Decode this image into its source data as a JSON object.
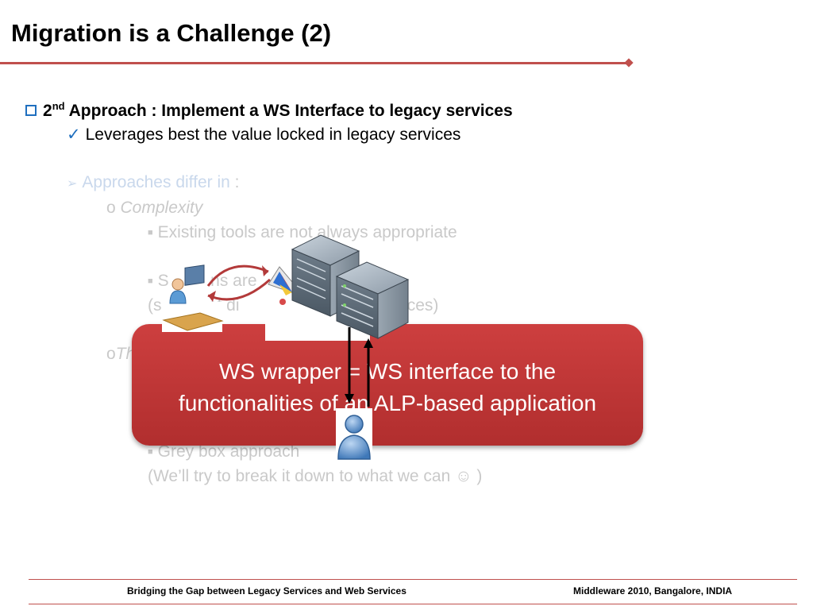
{
  "slide": {
    "title": "Migration is a Challenge (2)"
  },
  "bullets": {
    "approach_prefix": "2",
    "approach_sup": "nd",
    "approach_rest": " Approach : Implement a WS Interface to legacy services",
    "leverages": "Leverages best the value locked in legacy services",
    "approaches_differ": "Approaches differ in",
    "approaches_colon": " :",
    "complexity": "Complexity",
    "existing_tools": "Existing tools are not always appropriate",
    "s_line": "S         ns are",
    "s_sub": "(s          of di                      acy services)",
    "o_t": "Th",
    "grey_box": "Grey box approach",
    "break_down": "(We’ll try to break it down to what we can ☺ )"
  },
  "callout": {
    "line1": "WS wrapper = WS interface to the",
    "line2": "functionalities of an ALP-based application"
  },
  "footer": {
    "left": "Bridging the Gap between Legacy Services and Web Services",
    "right": "Middleware 2010, Bangalore, INDIA"
  },
  "colors": {
    "accent": "#c0504d",
    "bullet_blue": "#1f6fbf",
    "callout_red": "#c0393b"
  }
}
